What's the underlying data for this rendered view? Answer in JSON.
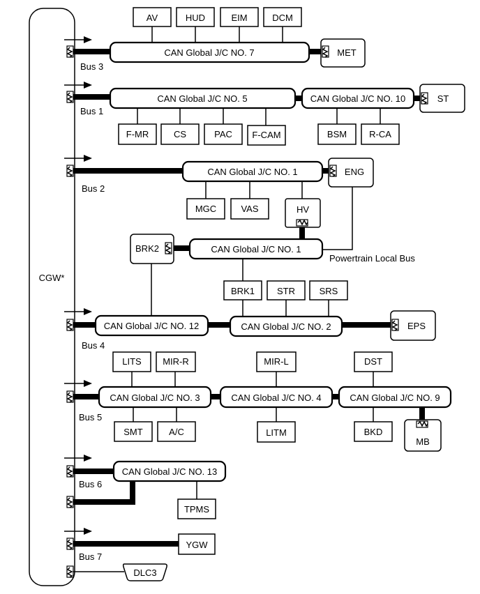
{
  "gateway": "CGW*",
  "buses": [
    "Bus 3",
    "Bus 1",
    "Bus 2",
    "Bus 4",
    "Bus 5",
    "Bus 6",
    "Bus 7"
  ],
  "junctions": {
    "jc7": "CAN Global J/C NO. 7",
    "jc5": "CAN Global J/C NO. 5",
    "jc10": "CAN Global J/C NO. 10",
    "jc1a": "CAN Global J/C NO. 1",
    "jc1b": "CAN Global J/C NO. 1",
    "jc12": "CAN Global J/C NO. 12",
    "jc2": "CAN Global J/C NO. 2",
    "jc3": "CAN Global J/C NO. 3",
    "jc4": "CAN Global J/C NO. 4",
    "jc9": "CAN Global J/C NO. 9",
    "jc13": "CAN Global J/C NO. 13"
  },
  "ecus": {
    "av": "AV",
    "hud": "HUD",
    "eim": "EIM",
    "dcm": "DCM",
    "met": "MET",
    "fmr": "F-MR",
    "cs": "CS",
    "pac": "PAC",
    "fcam": "F-CAM",
    "bsm": "BSM",
    "rca": "R-CA",
    "st": "ST",
    "eng": "ENG",
    "mgc": "MGC",
    "vas": "VAS",
    "hv": "HV",
    "brk2": "BRK2",
    "brk1": "BRK1",
    "str": "STR",
    "srs": "SRS",
    "eps": "EPS",
    "lits": "LITS",
    "mirr": "MIR-R",
    "mirl": "MIR-L",
    "dst": "DST",
    "smt": "SMT",
    "ac": "A/C",
    "litm": "LITM",
    "bkd": "BKD",
    "mb": "MB",
    "tpms": "TPMS",
    "ygw": "YGW",
    "dlc3": "DLC3"
  },
  "annotations": {
    "powertrain": "Powertrain Local Bus"
  }
}
